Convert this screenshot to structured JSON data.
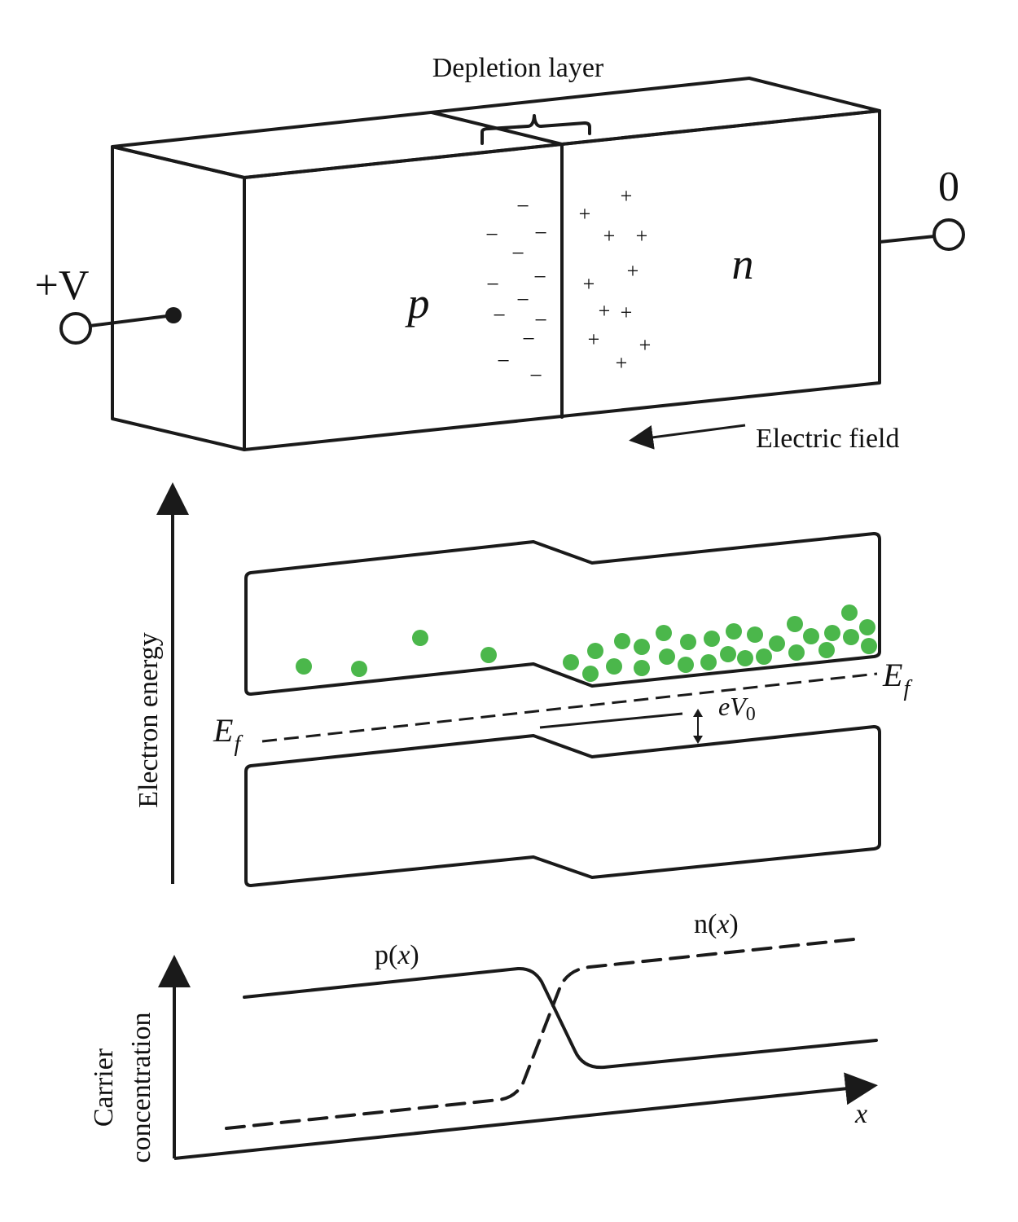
{
  "labels": {
    "depletion_layer": "Depletion layer",
    "electric_field": "Electric field",
    "p_region": "p",
    "n_region": "n",
    "plus_v": "+V",
    "zero": "0",
    "fermi_left_main": "E",
    "fermi_left_sub": "f",
    "fermi_right_main": "E",
    "fermi_right_sub": "f",
    "barrier_main": "eV",
    "barrier_sub": "0",
    "electron_energy": "Electron energy",
    "carrier_line1": "Carrier",
    "carrier_line2": "concentration",
    "p_curve_prefix": "p(",
    "p_curve_var": "x",
    "p_curve_suffix": ")",
    "n_curve_prefix": "n(",
    "n_curve_var": "x",
    "n_curve_suffix": ")",
    "x_axis": "x",
    "minus_sign": "−",
    "plus_sign": "+"
  },
  "colors": {
    "p_region": "#f05f4b",
    "n_region": "#5a7aa8",
    "p_top_face": "#ee5c48",
    "n_top_face": "#5a78a5",
    "carrier_green": "#4bb74b",
    "hole_white": "#ffffff",
    "outline": "#1a1a1a"
  }
}
